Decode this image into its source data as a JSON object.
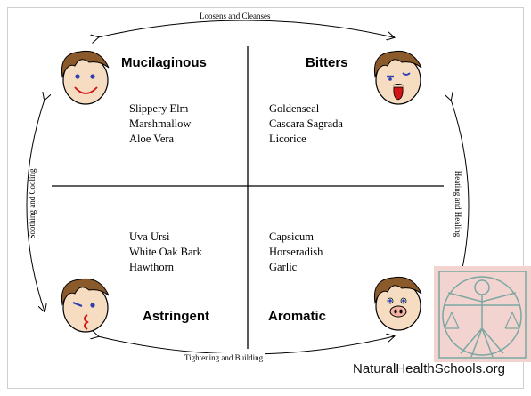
{
  "diagram": {
    "quadrants": {
      "top_left": {
        "title": "Mucilaginous",
        "herbs": [
          "Slippery Elm",
          "Marshmallow",
          "Aloe Vera"
        ]
      },
      "top_right": {
        "title": "Bitters",
        "herbs": [
          "Goldenseal",
          "Cascara Sagrada",
          "Licorice"
        ]
      },
      "bottom_left": {
        "title": "Astringent",
        "herbs": [
          "Uva Ursi",
          "White Oak Bark",
          "Hawthorn"
        ]
      },
      "bottom_right": {
        "title": "Aromatic",
        "herbs": [
          "Capsicum",
          "Horseradish",
          "Garlic"
        ]
      }
    },
    "arrows": {
      "top": "Loosens and Cleanses",
      "bottom": "Tightening and Building",
      "left": "Soothing and Cooling",
      "right": "Heating and Healing"
    }
  },
  "branding": {
    "site": "NaturalHealthSchools.org"
  },
  "colors": {
    "face_skin": "#f6dcc0",
    "hair": "#8b5a2b",
    "eyes": "#2b3fb0",
    "mouth": "#d21414",
    "watermark_bg": "#f3d3d0",
    "watermark_line": "#7aa7a1"
  }
}
